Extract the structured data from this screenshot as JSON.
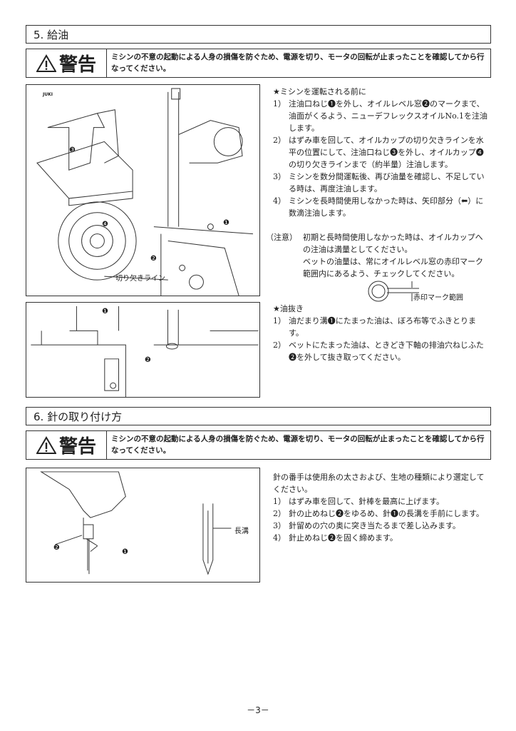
{
  "section5": {
    "title": "5. 給油",
    "warning_label": "警告",
    "warning_text": "ミシンの不意の起動による人身の損傷を防ぐため、電源を切り、モータの回転が止まったことを確認してから行なってください。",
    "before_heading": "★ミシンを運転される前に",
    "before_items": [
      {
        "n": "1）",
        "t": "注油口ねじ❶を外し、オイルレベル窓❷のマークまで、油面がくるよう、ニューデフレックスオイルNo.1を注油します。"
      },
      {
        "n": "2）",
        "t": "はずみ車を回して、オイルカップの切り欠きラインを水平の位置にして、注油口ねじ❸を外し、オイルカップ❹の切り欠きラインまで（約半量）注油します。"
      },
      {
        "n": "3）",
        "t": "ミシンを数分間運転後、再び油量を確認し、不足している時は、再度注油します。"
      },
      {
        "n": "4）",
        "t": "ミシンを長時間使用しなかった時は、矢印部分（⬅）に数滴注油します。"
      }
    ],
    "note_label": "（注意）",
    "note_lines": [
      "初期と長時間使用しなかった時は、オイルカップへの注油は満量としてください。",
      "ベットの油量は、常にオイルレベル窓の赤印マーク範囲内にあるよう、チェックしてください。"
    ],
    "gauge_label": "赤印マーク範囲",
    "drain_heading": "★油抜き",
    "drain_items": [
      {
        "n": "1）",
        "t": "油だまり溝❶にたまった油は、ぼろ布等でふきとります。"
      },
      {
        "n": "2）",
        "t": "ベットにたまった油は、ときどき下軸の排油穴ねじふた❷を外して抜き取ってください。"
      }
    ],
    "fig_labels": {
      "notch": "切り欠きライン",
      "n1": "❶",
      "n2": "❷",
      "n3": "❸",
      "n4": "❹",
      "brand": "JUKI"
    }
  },
  "section6": {
    "title": "6. 針の取り付け方",
    "warning_label": "警告",
    "warning_text": "ミシンの不意の起動による人身の損傷を防ぐため、電源を切り、モータの回転が止まったことを確認してから行なってください。",
    "intro": "針の番手は使用糸の太さおよび、生地の種類により選定してください。",
    "items": [
      {
        "n": "1）",
        "t": "はずみ車を回して、針棒を最高に上げます。"
      },
      {
        "n": "2）",
        "t": "針の止めねじ❷をゆるめ、針❶の長溝を手前にします。"
      },
      {
        "n": "3）",
        "t": "針留めの穴の奥に突き当たるまで差し込みます。"
      },
      {
        "n": "4）",
        "t": "針止めねじ❷を固く締めます。"
      }
    ],
    "fig_labels": {
      "groove": "長溝",
      "n1": "❶",
      "n2": "❷"
    }
  },
  "page_number": "－3－"
}
